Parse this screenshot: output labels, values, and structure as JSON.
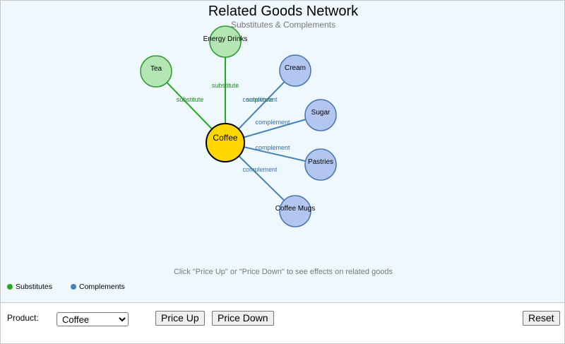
{
  "header": {
    "title": "Related Goods Network",
    "subtitle": "Substitutes & Complements"
  },
  "colors": {
    "substitute_edge": "#22aa22",
    "complement_edge": "#4682b4",
    "substitute_label": "#1a8a1a",
    "complement_label": "#3a6ea5",
    "center_fill": "#ffd700",
    "substitute_fill": "#b3e6b3",
    "substitute_stroke": "#2e9a2e",
    "complement_fill": "#b3c6f0",
    "complement_stroke": "#4a76b0",
    "background": "#f0f8ff"
  },
  "network": {
    "center": {
      "label": "Coffee"
    },
    "goods": [
      {
        "label": "Tea",
        "relation": "substitute",
        "edge_label": "substitute"
      },
      {
        "label": "Energy Drinks",
        "relation": "substitute",
        "edge_label": "substitute"
      },
      {
        "label": "Cream",
        "relation": "complement",
        "edge_label": "complement",
        "overlap_label": "substitute"
      },
      {
        "label": "Sugar",
        "relation": "complement",
        "edge_label": "complement"
      },
      {
        "label": "Pastries",
        "relation": "complement",
        "edge_label": "complement"
      },
      {
        "label": "Coffee Mugs",
        "relation": "complement",
        "edge_label": "complement"
      }
    ]
  },
  "hint": "Click \"Price Up\" or \"Price Down\" to see effects on related goods",
  "legend": {
    "substitutes": "Substitutes",
    "complements": "Complements"
  },
  "controls": {
    "product_label": "Product:",
    "product_selected": "Coffee",
    "price_up_label": "Price Up",
    "price_down_label": "Price Down",
    "reset_label": "Reset"
  }
}
